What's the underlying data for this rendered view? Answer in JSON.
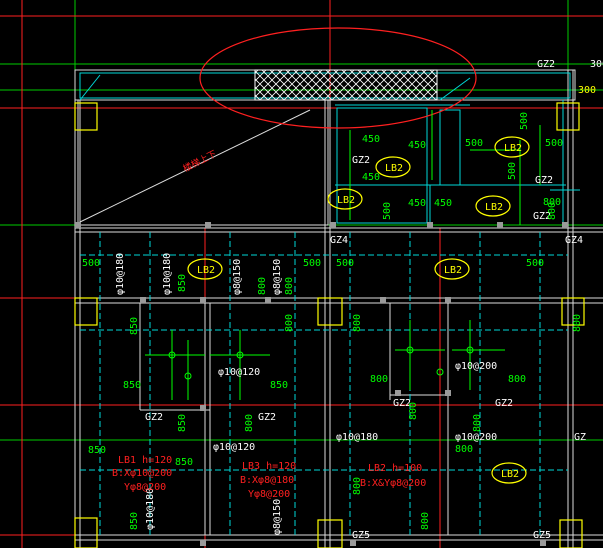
{
  "colors": {
    "background": "#000000",
    "structure": "#e0e0e0",
    "cyan": "#00d8d8",
    "green": "#00ff00",
    "red": "#ff2020",
    "yellow": "#ffff00",
    "magenta": "#ff00ff",
    "white": "#ffffff"
  },
  "labels": {
    "gz2_top": "GZ2",
    "gz2_mid_upper": "GZ2",
    "gz2_right_upper": "GZ2",
    "gz2_bl1": "GZ2",
    "gz2_bl2": "GZ2",
    "gz2_br1": "GZ2",
    "gz2_br2": "GZ2",
    "gz4_left": "GZ4",
    "gz4_right": "GZ4",
    "gz5_left": "GZ5",
    "gz5_right": "GZ5",
    "b300_a": "300",
    "b300_b": "300",
    "stair_note": "楼梯上下",
    "slab1": "LB2",
    "slab2": "LB2",
    "slab3": "LB2",
    "slab4": "LB2",
    "slab5": "LB2",
    "slab6": "LB2",
    "slab7": "LB2",
    "d450_1": "450",
    "d450_2": "450",
    "d450_3": "450",
    "d450_4": "450",
    "d450_5": "450",
    "d500_1": "500",
    "d500_2": "500",
    "d500_3": "500",
    "d500_4": "500",
    "d500_5": "500",
    "d500_6": "500",
    "d500_7": "500",
    "d500_8": "500",
    "d500_9": "500",
    "d800_1": "800",
    "d800_2": "800",
    "d800_3": "800",
    "d800_4": "800",
    "d800_5": "800",
    "d800_6": "800",
    "d800_7": "800",
    "d800_8": "800",
    "d800_9": "800",
    "d800_10": "800",
    "d800_11": "800",
    "d800_12": "800",
    "d800_13": "800",
    "d800_14": "800",
    "d800_15": "800",
    "d850_1": "850",
    "d850_2": "850",
    "d850_3": "850",
    "d850_4": "850",
    "d850_5": "850",
    "d850_6": "850",
    "d850_7": "850",
    "d850_8": "850",
    "r10_180a": "φ10@180",
    "r10_180b": "φ10@180",
    "r10_180c": "φ10@180",
    "r10_180d": "φ10@180",
    "r8_150a": "φ8@150",
    "r8_150b": "φ8@150",
    "r8_150c": "φ8@150",
    "r10_120a": "φ10@120",
    "r10_120b": "φ10@120",
    "r10_200a": "φ10@200",
    "r10_200b": "φ10@200",
    "lb1_l1": "LB1 h=120",
    "lb1_l2": "B:Xφ10@200",
    "lb1_l3": "Yφ8@200",
    "lb3_l1": "LB3 h=120",
    "lb3_l2": "B:Xφ8@180",
    "lb3_l3": "Yφ8@200",
    "lb2_l1": "LB2 h=100",
    "lb2_l2": "B:X&Yφ8@200"
  }
}
